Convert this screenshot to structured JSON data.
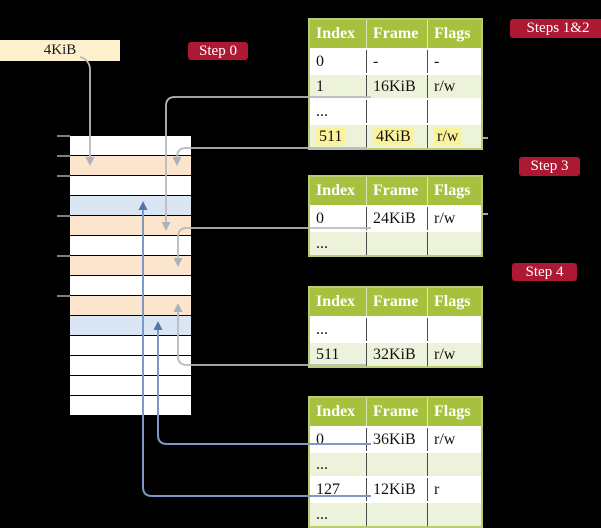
{
  "frame_box": {
    "label": "4KiB"
  },
  "steps": {
    "step0": "Step 0",
    "steps12": "Steps 1&2",
    "step3": "Step 3",
    "step4": "Step 4"
  },
  "memory": {
    "row_colors": [
      "white",
      "orange",
      "white",
      "blue",
      "orange",
      "white",
      "orange",
      "white",
      "orange",
      "blue",
      "white",
      "white",
      "white",
      "white"
    ],
    "tick_rows": [
      0,
      1,
      2,
      4,
      6,
      8
    ]
  },
  "tables": [
    {
      "headers": [
        "Index",
        "Frame",
        "Flags"
      ],
      "rows": [
        {
          "cells": [
            "0",
            "-",
            "-"
          ],
          "shaded": false,
          "highlight": false
        },
        {
          "cells": [
            "1",
            "16KiB",
            "r/w"
          ],
          "shaded": true,
          "highlight": false
        },
        {
          "cells": [
            "...",
            "",
            ""
          ],
          "shaded": false,
          "highlight": false
        },
        {
          "cells": [
            "511",
            "4KiB",
            "r/w"
          ],
          "shaded": true,
          "highlight": true
        }
      ]
    },
    {
      "headers": [
        "Index",
        "Frame",
        "Flags"
      ],
      "rows": [
        {
          "cells": [
            "0",
            "24KiB",
            "r/w"
          ],
          "shaded": false,
          "highlight": false
        },
        {
          "cells": [
            "...",
            "",
            ""
          ],
          "shaded": true,
          "highlight": false
        }
      ]
    },
    {
      "headers": [
        "Index",
        "Frame",
        "Flags"
      ],
      "rows": [
        {
          "cells": [
            "...",
            "",
            ""
          ],
          "shaded": false,
          "highlight": false
        },
        {
          "cells": [
            "511",
            "32KiB",
            "r/w"
          ],
          "shaded": true,
          "highlight": false
        }
      ]
    },
    {
      "headers": [
        "Index",
        "Frame",
        "Flags"
      ],
      "rows": [
        {
          "cells": [
            "0",
            "36KiB",
            "r/w"
          ],
          "shaded": false,
          "highlight": false
        },
        {
          "cells": [
            "...",
            "",
            ""
          ],
          "shaded": true,
          "highlight": false
        },
        {
          "cells": [
            "127",
            "12KiB",
            "r"
          ],
          "shaded": false,
          "highlight": false
        },
        {
          "cells": [
            "...",
            "",
            ""
          ],
          "shaded": true,
          "highlight": false
        }
      ]
    }
  ],
  "colors": {
    "background": "#000000",
    "step_label_bg": "#ad1833",
    "table_header_green": "#a6c13d",
    "table_row_green": "#edf2da",
    "table_border": "#b9cc71",
    "memory_orange": "#fce5cd",
    "memory_blue": "#dbe6f4",
    "highlight_yellow": "#fbf29c",
    "frame_box_bg": "#fcf0cd",
    "gray_connector": "#b6bac0",
    "blue_connector": "#7d97c6"
  }
}
